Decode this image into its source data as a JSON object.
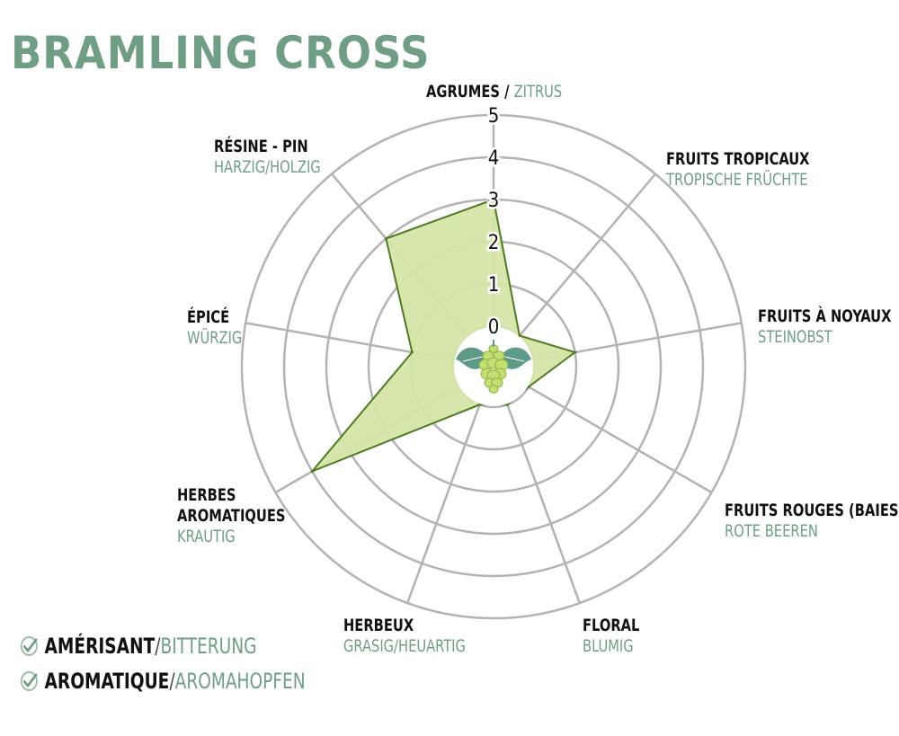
{
  "title": "BRAMLING CROSS",
  "colors": {
    "title": "#6f9e85",
    "grid": "#b3b3b3",
    "fill": "#d4e5a9",
    "stroke": "#4f7a22",
    "label_fr": "#111111",
    "label_de": "#6f9e85",
    "check": "#6f9e85"
  },
  "chart_data": {
    "type": "radar",
    "rlim": [
      0,
      5
    ],
    "ticks": [
      "0",
      "1",
      "2",
      "3",
      "4",
      "5"
    ],
    "axes": [
      {
        "fr": "AGRUMES",
        "sep": " / ",
        "de": "ZITRUS",
        "value": 3
      },
      {
        "fr": "FRUITS TROPICAUX",
        "de": "TROPISCHE FRÜCHTE",
        "value": 0
      },
      {
        "fr": "FRUITS À NOYAUX",
        "de": "STEINOBST",
        "value": 1
      },
      {
        "fr": "FRUITS ROUGES (BAIES)",
        "de": "ROTE BEEREN",
        "value": 0
      },
      {
        "fr": "FLORAL",
        "de": "BLUMIG",
        "value": 0
      },
      {
        "fr": "HERBEUX",
        "de": "GRASIG/HEUARTIG",
        "value": 0
      },
      {
        "fr": "HERBES AROMATIQUES",
        "de": "KRAUTIG",
        "value": 4
      },
      {
        "fr": "ÉPICÉ",
        "de": "WÜRZIG",
        "value": 1
      },
      {
        "fr": "RÉSINE - PIN",
        "de": "HARZIG/HOLZIG",
        "value": 3
      }
    ]
  },
  "legend": [
    {
      "fr": "AMÉRISANT",
      "sep": "/",
      "de": "BITTERUNG",
      "icon": "check-circle-icon"
    },
    {
      "fr": "AROMATIQUE",
      "sep": "/",
      "de": "AROMAHOPFEN",
      "icon": "check-circle-icon"
    }
  ],
  "center_icon": "hop-cone-icon"
}
